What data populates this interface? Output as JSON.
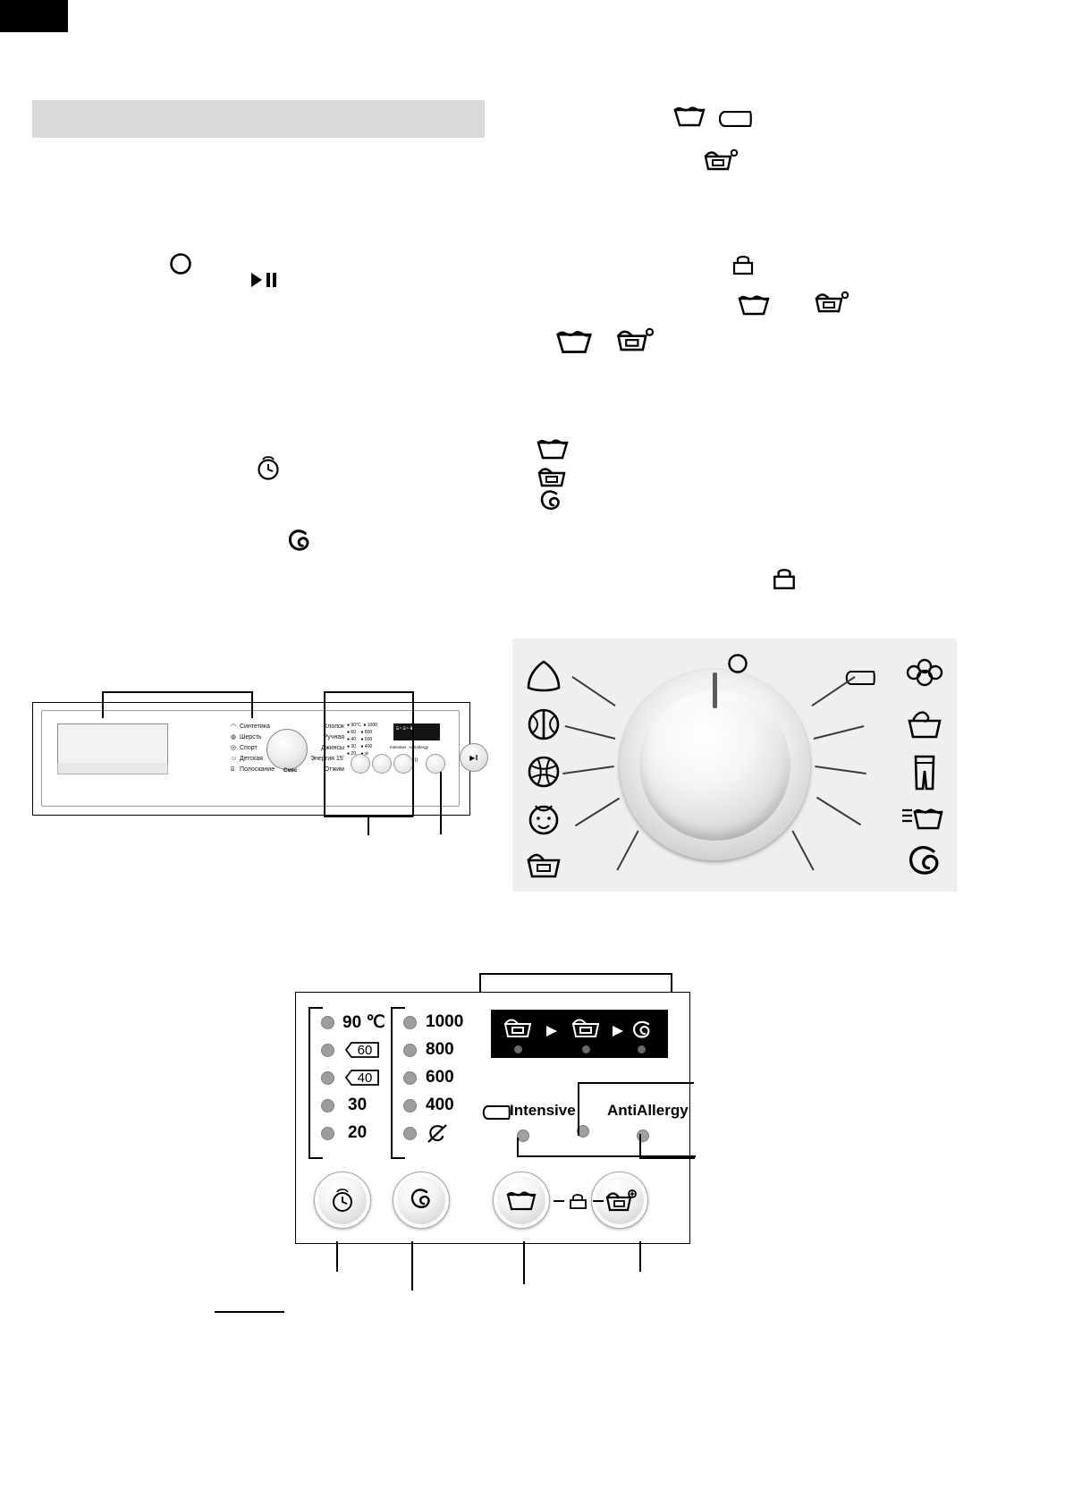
{
  "document": {
    "corner_tab": "",
    "title_bar_text": ""
  },
  "symbols": {
    "wash_hand": "hand-wash-icon",
    "intensive_tab": "intensive-tab-icon",
    "prewash": "prewash-icon",
    "child_lock": "child-lock-icon",
    "spiral": "spin-icon",
    "easy_iron": "easy-iron-icon",
    "rinse": "rinse-icon"
  },
  "control_panel": {
    "program_list_left": [
      "Синтетика",
      "Шерсть",
      "Спорт",
      "Детская",
      "Полоскание"
    ],
    "program_list_right": [
      "Хлопок",
      "Ручная",
      "Джинсы",
      "Энергия 15'",
      "Отжим"
    ],
    "program_word": "Смес",
    "temperature_leds": [
      "90°C",
      "60",
      "40",
      "30",
      "20"
    ],
    "spin_leds": [
      "1000",
      "800",
      "600",
      "400",
      "no-spin"
    ],
    "option_intensive": "Intensive",
    "option_antiallergy": "AntiAllergy"
  },
  "console": {
    "temperatures": [
      {
        "label": "90 ℃",
        "boxed": false
      },
      {
        "label": "60",
        "boxed": true
      },
      {
        "label": "40",
        "boxed": true
      },
      {
        "label": "30",
        "boxed": false
      },
      {
        "label": "20",
        "boxed": false
      }
    ],
    "spin_speeds": [
      {
        "label": "1000",
        "icon": false
      },
      {
        "label": "800",
        "icon": false
      },
      {
        "label": "600",
        "icon": false
      },
      {
        "label": "400",
        "icon": false
      },
      {
        "label": "",
        "icon": true
      }
    ],
    "display_steps": [
      "prewash-icon",
      "arrow-icon",
      "wash-icon",
      "arrow-icon",
      "spin-icon"
    ],
    "options": [
      {
        "label": "Intensive",
        "icon": "intensive-tab-icon"
      },
      {
        "label": "AntiAllergy",
        "icon": ""
      }
    ],
    "buttons": [
      {
        "name": "delay-start-button",
        "icon": "clock-c-icon"
      },
      {
        "name": "spin-button",
        "icon": "spin-icon"
      },
      {
        "name": "temperature-button",
        "icon": "wash-tub-icon"
      },
      {
        "name": "extra-rinse-button",
        "icon": "prewash-plus-icon"
      }
    ],
    "lock_separator": "child-lock-icon"
  },
  "knob_diagram": {
    "left_icons": [
      "delicates-icon",
      "mix-icon",
      "wool-icon",
      "baby-icon",
      "prewash-icon"
    ],
    "right_icons": [
      "cotton-icon",
      "hand-wash-basket-icon",
      "jeans-icon",
      "rinse-icon",
      "spin-icon"
    ],
    "top_icons": [
      "power-off-icon",
      "intensive-tab-icon"
    ]
  }
}
